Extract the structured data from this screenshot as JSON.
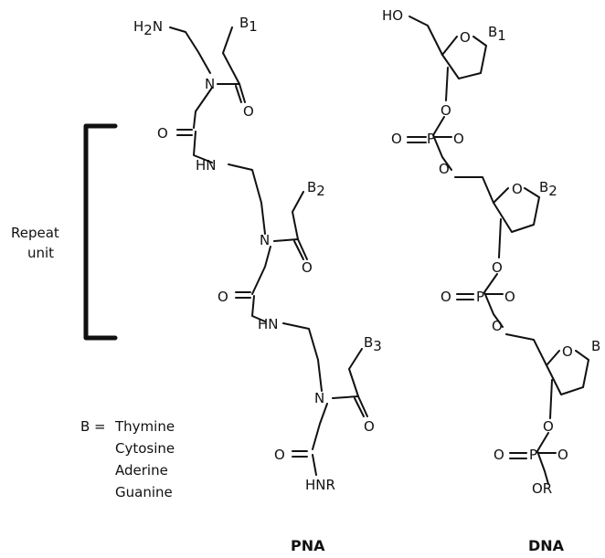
{
  "repeat_label": [
    "Repeat",
    "unit"
  ],
  "base_legend": {
    "prefix": "B =",
    "bases": [
      "Thymine",
      "Cytosine",
      "Aderine",
      "Guanine"
    ]
  },
  "pna": {
    "caption": "PNA",
    "atoms": {
      "amine": "H2N",
      "n": "N",
      "o": "O",
      "hn": "HN",
      "end": "HNR",
      "base1": "B1",
      "base2": "B2",
      "base3": "B3"
    }
  },
  "dna": {
    "caption": "DNA",
    "atoms": {
      "ho": "HO",
      "o": "O",
      "p": "P",
      "or": "OR",
      "base1": "B1",
      "base2": "B2",
      "base3": "B"
    }
  },
  "colors": {
    "ink": "#111111",
    "background": "#ffffff"
  }
}
